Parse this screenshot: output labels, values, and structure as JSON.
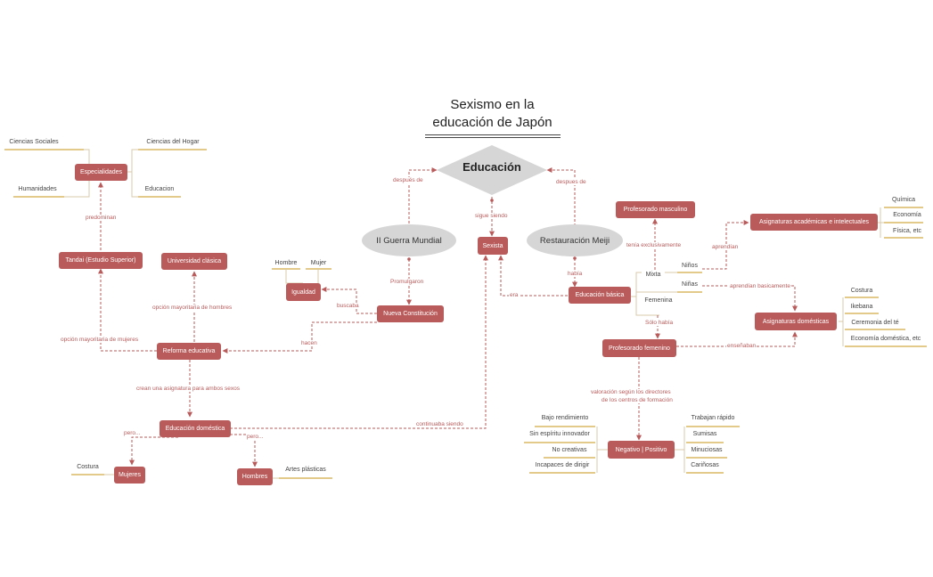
{
  "title": {
    "line1": "Sexismo en la",
    "line2": "educación de Japón"
  },
  "central": {
    "label": "Educación"
  },
  "ellipses": {
    "guerra": "II Guerra Mundial",
    "meiji": "Restauración Meiji"
  },
  "nodes": {
    "sexista": "Sexista",
    "especialidades": "Especialidades",
    "tandai": "Tandai  (Estudio Superior)",
    "universidad": "Universidad clásica",
    "reforma": "Reforma educativa",
    "igualdad": "Igualdad",
    "nueva_constitucion": "Nueva Constitución",
    "educacion_domestica": "Educación doméstica",
    "mujeres": "Mujeres",
    "hombres": "Hombres",
    "profesorado_masculino": "Profesorado masculino",
    "educacion_basica": "Educación básica",
    "profesorado_femenino": "Profesorado femenino",
    "asig_academicas": "Asignaturas académicas e intelectuales",
    "asig_domesticas": "Asignaturas domésticas",
    "negativo_positivo": "Negativo  |   Positivo"
  },
  "leaves": {
    "ciencias_sociales": "Ciencias Sociales",
    "ciencias_hogar": "Ciencias del Hogar",
    "humanidades": "Humanidades",
    "educacion": "Educacion",
    "hombre": "Hombre",
    "mujer": "Mujer",
    "costura_mujeres": "Costura",
    "artes_plasticas": "Artes plásticas",
    "mixta": "Mixta",
    "ninos": "Niños",
    "ninas": "Niñas",
    "femenina": "Femenina",
    "quimica": "Química",
    "economia": "Economía",
    "fisica": "Física, etc",
    "costura": "Costura",
    "ikebana": "Ikebana",
    "ceremonia": "Ceremonia del té",
    "economia_domestica": "Economía doméstica, etc",
    "bajo_rendimiento": "Bajo rendimiento",
    "sin_espiritu": "Sin espíritu innovador",
    "no_creativas": "No creativas",
    "incapaces": "Incapaces de dirigir",
    "trabajan_rapido": "Trabajan rápido",
    "sumisas": "Sumisas",
    "minuciosas": "Minuciosas",
    "carinosas": "Cariñosas"
  },
  "edge_labels": {
    "despues_de_left": "después de",
    "despues_de_right": "despues de",
    "sigue_siendo": "sigue siendo",
    "predominan": "predominan",
    "opcion_hombres": "opción mayoritaria de hombres",
    "opcion_mujeres": "opción mayoritaria de mujeres",
    "promulgaron": "Promulgaron",
    "buscaba": "buscaba",
    "hacen": "hacen",
    "crean_asignatura": "crean una asignatura para ambos sexos",
    "continuaba_siendo": "continuaba siendo",
    "pero_left": "pero...",
    "pero_right": "pero...",
    "habia": "había",
    "era": "era",
    "tenia_exclusivamente": "tenía exclusivamente",
    "aprendian": "aprendían",
    "aprendian_basicamente": "aprendían basicamente",
    "solo_habia": "Sólo había",
    "ensenaban": "enseñaban",
    "valoracion_1": "valoración según los directores",
    "valoracion_2": "de los centros de formación"
  },
  "colors": {
    "node_fill": "#b95b5b",
    "ellipse_fill": "#d6d6d6",
    "leaf_underline": "#e3c98a",
    "connector": "#d8c9a8",
    "edge": "#b95b5b"
  }
}
